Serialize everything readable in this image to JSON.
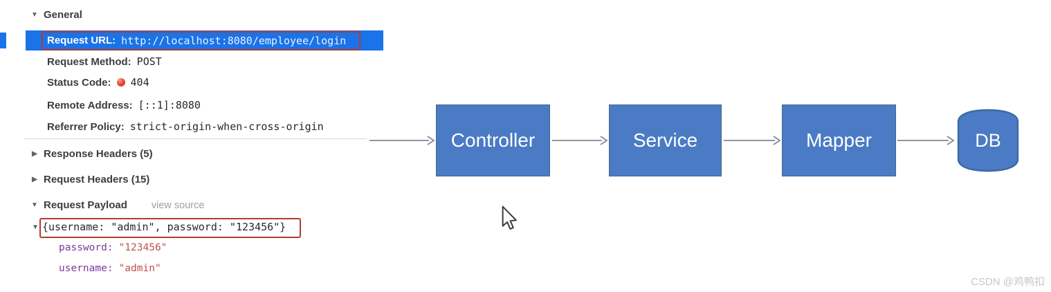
{
  "devtools": {
    "general_section": {
      "icon": "▼",
      "title": "General"
    },
    "request_url_row": {
      "label": "Request URL:",
      "value": "http://localhost:8080/employee/login"
    },
    "request_method_row": {
      "label": "Request Method:",
      "value": "POST"
    },
    "status_code_row": {
      "label": "Status Code:",
      "value": "404"
    },
    "remote_address_row": {
      "label": "Remote Address:",
      "value": "[::1]:8080"
    },
    "referrer_policy_row": {
      "label": "Referrer Policy:",
      "value": "strict-origin-when-cross-origin"
    },
    "response_headers_section": {
      "icon": "▶",
      "title": "Response Headers (5)"
    },
    "request_headers_section": {
      "icon": "▶",
      "title": "Request Headers (15)"
    },
    "request_payload_section": {
      "icon": "▼",
      "title": "Request Payload",
      "action_label": "view source"
    },
    "payload": {
      "icon": "▼",
      "summary": "{username: \"admin\", password: \"123456\"}",
      "entries": [
        {
          "key": "password:",
          "value": "\"123456\""
        },
        {
          "key": "username:",
          "value": "\"admin\""
        }
      ]
    }
  },
  "diagram": {
    "nodes": [
      {
        "label": "Controller"
      },
      {
        "label": "Service"
      },
      {
        "label": "Mapper"
      },
      {
        "label": "DB"
      }
    ]
  },
  "watermark": "CSDN @鸡鸭扣",
  "colors": {
    "highlight_blue": "#1a73e8",
    "annotation_red": "#b63a2e",
    "node_blue": "#4a7bc4",
    "node_border": "#41688f",
    "arrow_gray": "#7d8795",
    "key_purple": "#7b3a96",
    "string_red": "#c0524a",
    "status_red": "#ee4b35"
  }
}
